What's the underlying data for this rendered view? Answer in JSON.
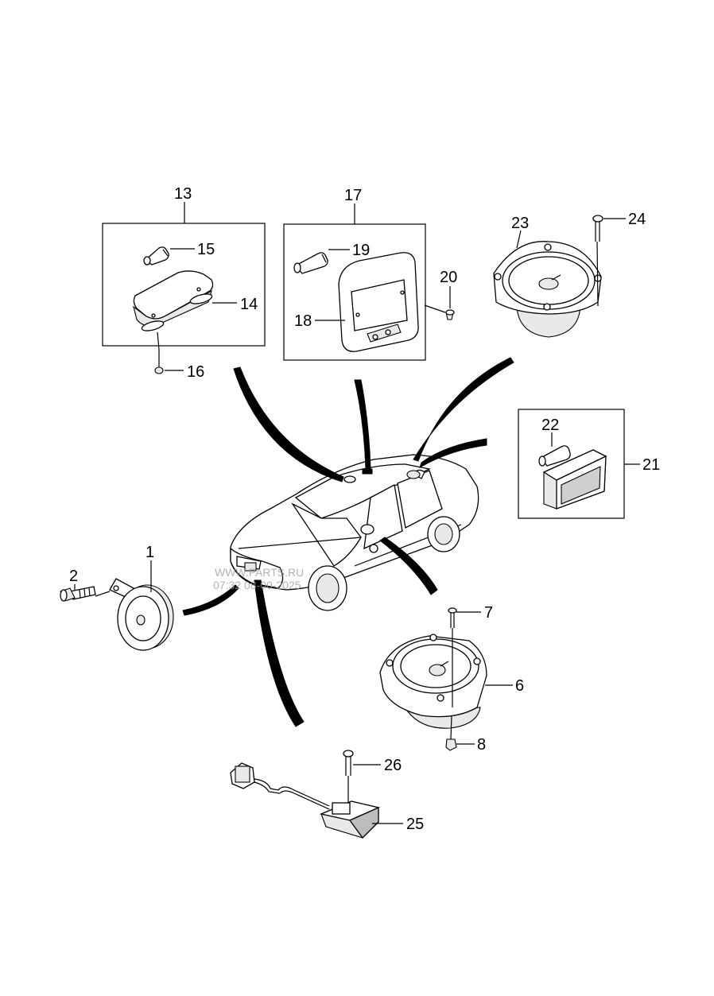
{
  "callouts": {
    "c1": "1",
    "c2": "2",
    "c6": "6",
    "c7": "7",
    "c8": "8",
    "c13": "13",
    "c14": "14",
    "c15": "15",
    "c16": "16",
    "c17": "17",
    "c18": "18",
    "c19": "19",
    "c20": "20",
    "c21": "21",
    "c22": "22",
    "c23": "23",
    "c24": "24",
    "c25": "25",
    "c26": "26"
  },
  "watermark": {
    "line1": "WWW.PARTS.RU",
    "line2": "07:32 08-00-2025"
  }
}
